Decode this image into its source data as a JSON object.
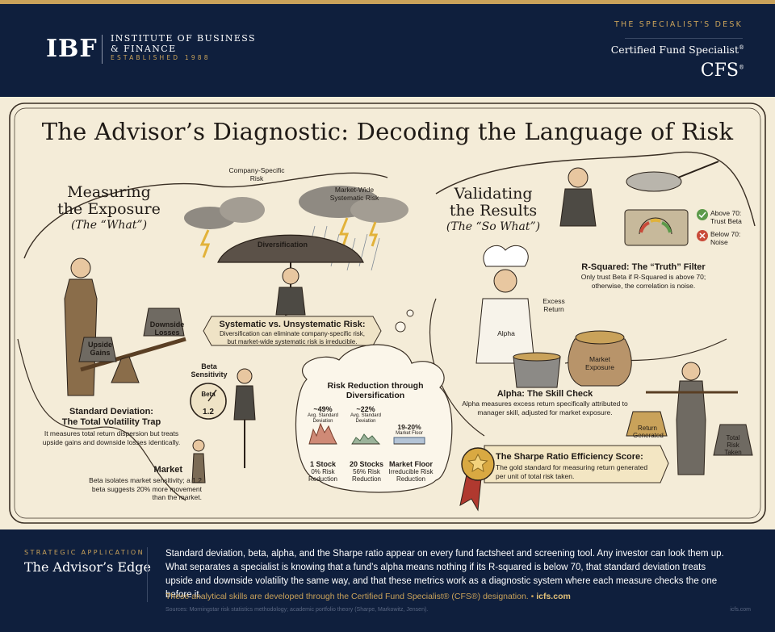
{
  "header": {
    "logo_mark": "IBF",
    "org_line1": "INSTITUTE OF BUSINESS",
    "org_line2": "& FINANCE",
    "established": "ESTABLISHED 1988",
    "desk_label": "THE SPECIALIST'S DESK",
    "designation_full": "Certified Fund Specialist",
    "designation_abbr": "CFS",
    "registered_mark": "®"
  },
  "poster": {
    "title": "The Advisor’s Diagnostic: Decoding the Language of Risk",
    "left_section": {
      "heading_line1": "Measuring",
      "heading_line2": "the Exposure",
      "subheading": "(The “What”)",
      "weight_left": "Upside Gains",
      "weight_right": "Downside Losses",
      "std_title_line1": "Standard Deviation:",
      "std_title_line2": "The Total Volatility Trap",
      "std_desc": "It measures total return dispersion but treats upside gains and downside losses identically.",
      "beta_gauge_label": "Beta Sensitivity",
      "beta_gauge_text": "Beta",
      "beta_gauge_value": "1.2",
      "market_label": "Market",
      "beta_desc": "Beta isolates market sensitivity; a 1.2 beta suggests 20% more movement than the market."
    },
    "center_section": {
      "cloud_left": "Company-Specific Risk",
      "cloud_right": "Market-Wide Systematic Risk",
      "umbrella_label": "Diversification",
      "banner_title": "Systematic vs. Unsystematic Risk:",
      "banner_desc": "Diversification can eliminate company-specific risk, but market-wide systematic risk is irreducible.",
      "reduction_title_line1": "Risk Reduction through",
      "reduction_title_line2": "Diversification",
      "panels": [
        {
          "pct": "~49%",
          "sub": "Avg. Standard Deviation",
          "label_line1": "1 Stock",
          "label_line2": "0% Risk Reduction"
        },
        {
          "pct": "~22%",
          "sub": "Avg. Standard Deviation",
          "label_line1": "20 Stocks",
          "label_line2": "56% Risk Reduction"
        },
        {
          "pct": "19-20%",
          "sub": "Market Floor",
          "label_line1": "Market Floor",
          "label_line2": "Irreducible Risk Reduction"
        }
      ]
    },
    "right_section": {
      "heading_line1": "Validating",
      "heading_line2": "the Results",
      "subheading": "(The “So What”)",
      "check_above": "Above 70: Trust Beta",
      "check_below": "Below 70: Noise",
      "rsq_title": "R-Squared: The “Truth” Filter",
      "rsq_desc": "Only trust Beta if R-Squared is above 70; otherwise, the correlation is noise.",
      "chef_hat_label": "Alpha",
      "excess_return": "Excess Return",
      "sack_label": "Market Exposure",
      "alpha_title": "Alpha: The Skill Check",
      "alpha_desc": "Alpha measures excess return specifically attributed to manager skill, adjusted for market exposure.",
      "scale_left": "Return Generated",
      "scale_right": "Total Risk Taken",
      "sharpe_title": "The Sharpe Ratio Efficiency Score:",
      "sharpe_desc": "The gold standard for measuring return generated per unit of total risk taken."
    }
  },
  "footer": {
    "label": "STRATEGIC APPLICATION",
    "title": "The Advisor’s Edge",
    "body": "Standard deviation, beta, alpha, and the Sharpe ratio appear on every fund factsheet and screening tool. Any investor can look them up. What separates a specialist is knowing that a fund’s alpha means nothing if its R-squared is below 70, that standard deviation treats upside and downside volatility the same way, and that these metrics work as a diagnostic system where each measure checks the one before it.",
    "cta_text": "These analytical skills are developed through the Certified Fund Specialist® (CFS®) designation. •",
    "cta_link": "icfs.com",
    "sources": "Sources: Morningstar risk statistics methodology; academic portfolio theory (Sharpe, Markowitz, Jensen).",
    "site": "icfs.com"
  },
  "colors": {
    "navy": "#0f1f3d",
    "gold": "#c9a25a",
    "parchment": "#f4ecd8",
    "ink": "#1f1a16"
  }
}
